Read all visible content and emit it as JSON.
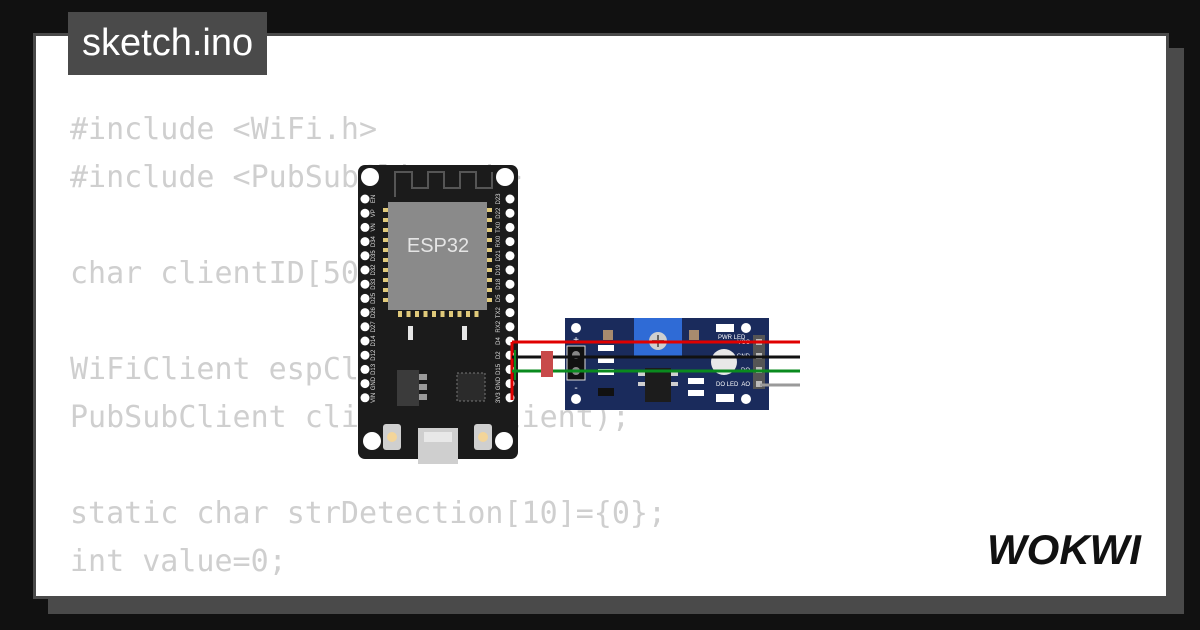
{
  "tab": {
    "filename": "sketch.ino"
  },
  "code_lines": [
    "#include <WiFi.h>",
    "#include <PubSubClient.h>",
    "",
    "char clientID[50];",
    "",
    "WiFiClient espClient;",
    "PubSubClient client(espClient);",
    "",
    "static char strDetection[10]={0};",
    "int value=0;"
  ],
  "board": {
    "chip_label": "ESP32",
    "left_pins": [
      "EN",
      "VP",
      "VN",
      "D34",
      "D35",
      "D32",
      "D33",
      "D25",
      "D26",
      "D27",
      "D14",
      "D12",
      "D13",
      "GND",
      "VIN"
    ],
    "right_pins": [
      "D23",
      "D22",
      "TX0",
      "RX0",
      "D21",
      "D19",
      "D18",
      "D5",
      "TX2",
      "RX2",
      "D4",
      "D2",
      "D15",
      "GND",
      "3V3"
    ]
  },
  "sensor": {
    "labels": [
      "PWR LED",
      "DO LED",
      "VCC",
      "GND",
      "DO",
      "AO"
    ],
    "polarity": [
      "+",
      "-"
    ]
  },
  "wires": {
    "red": "#e00000",
    "black": "#111111",
    "green": "#0a8a1e",
    "gray": "#9a9a9a"
  },
  "brand": {
    "name": "WOKWI"
  },
  "colors": {
    "background": "#111111",
    "card_border": "#4a4a4a",
    "code_text": "#cfcfcf",
    "board": "#1b1b1b",
    "sensor_pcb": "#1a2b5c"
  }
}
